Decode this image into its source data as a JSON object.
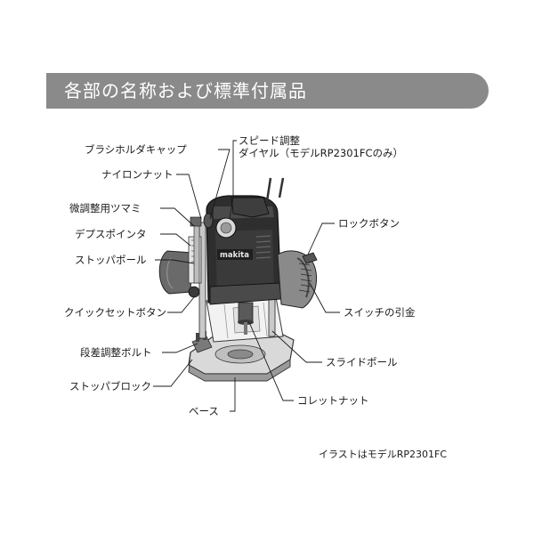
{
  "header": {
    "title": "各部の名称および標準付属品"
  },
  "labels": {
    "brush_cap": "ブラシホルダキャップ",
    "nylon_nut": "ナイロンナット",
    "fine_adjust_knob": "微調整用ツマミ",
    "depth_pointer": "デプスポインタ",
    "stopper_pole": "ストッパポール",
    "quick_set_button": "クイックセットボタン",
    "step_bolt": "段差調整ボルト",
    "stopper_block": "ストッパブロック",
    "base": "ベース",
    "speed_dial_line1": "スピード調整",
    "speed_dial_line2": "ダイヤル（モデルRP2301FCのみ）",
    "lock_button": "ロックボタン",
    "switch_trigger": "スイッチの引金",
    "slide_pole": "スライドポール",
    "collet_nut": "コレットナット",
    "brand_logo": "makita"
  },
  "caption": "イラストはモデルRP2301FC",
  "colors": {
    "banner": "#8a8a8a",
    "tool_body": "#2e2e2e",
    "tool_mid": "#5a5a5a",
    "tool_light": "#d9d9d9",
    "text": "#1a1a1a"
  }
}
